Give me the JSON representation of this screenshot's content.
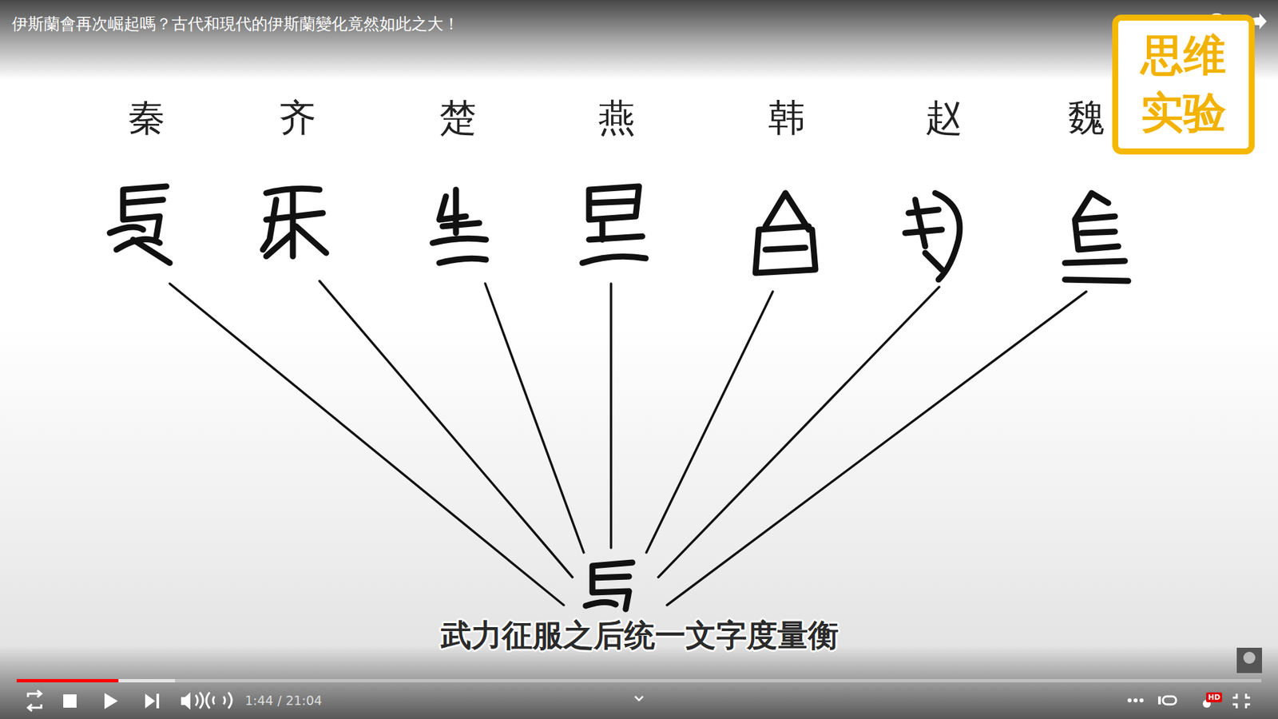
{
  "diagram": {
    "title": "伊斯蘭會再次崛起嗎？古代和現代的伊斯蘭變化竟然如此之大！",
    "caption": "武力征服之后统一文字度量衡",
    "labels": [
      "秦",
      "齐",
      "楚",
      "燕",
      "韩",
      "赵",
      "魏",
      "思维",
      "实验",
      "1:44 / 21:04",
      "HD"
    ]
  }
}
